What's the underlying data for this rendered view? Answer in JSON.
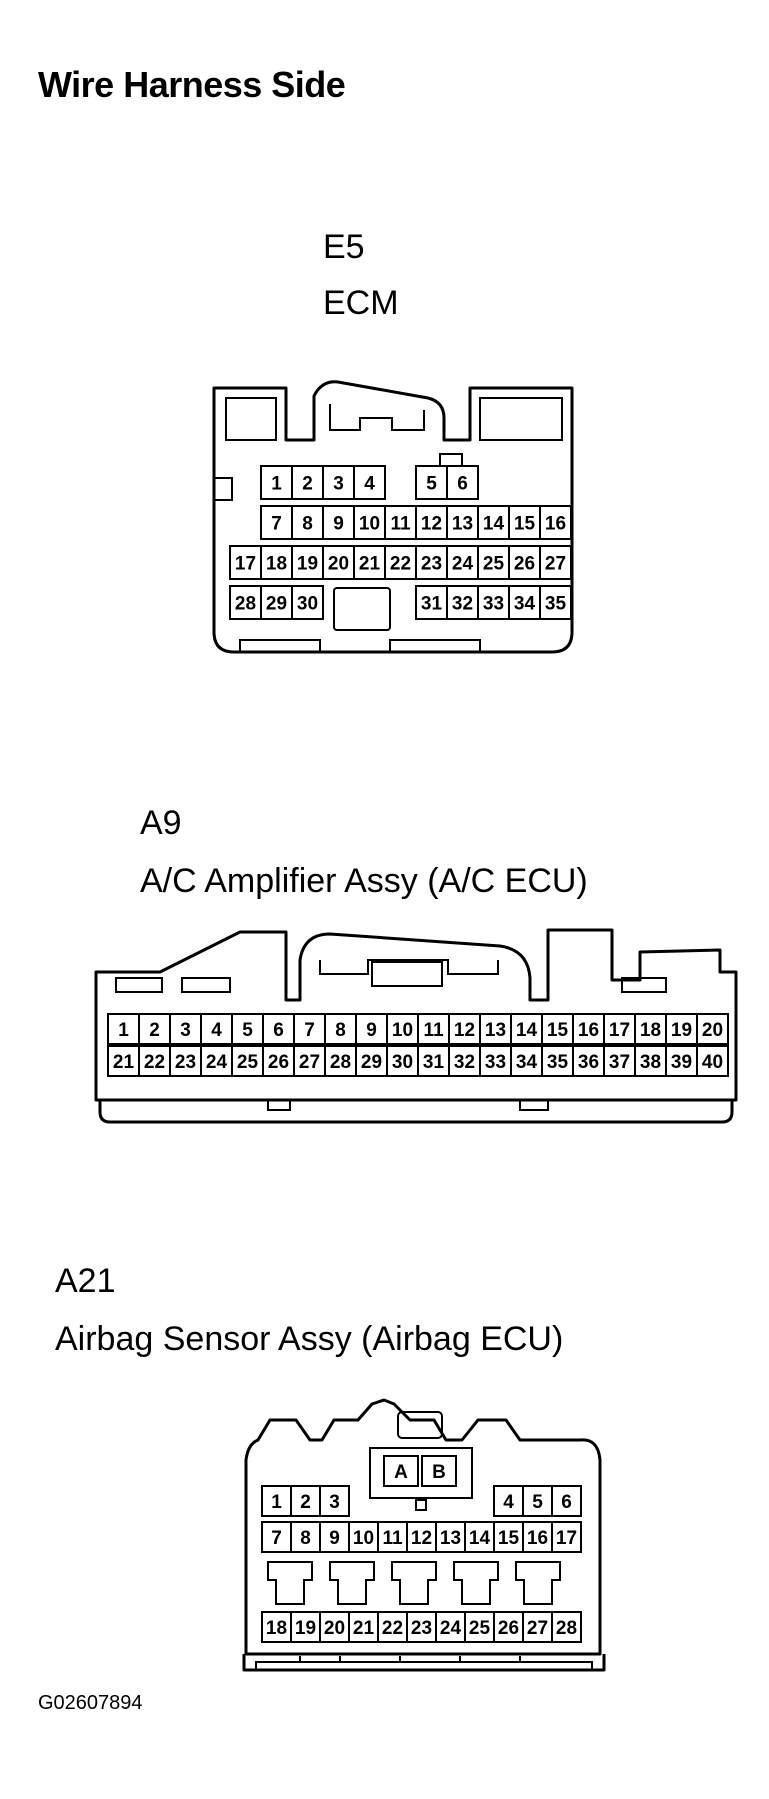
{
  "title": "Wire Harness Side",
  "connectors": [
    {
      "code": "E5",
      "name": "ECM",
      "rows": [
        [
          "",
          "1",
          "2",
          "3",
          "4",
          "",
          "5",
          "6"
        ],
        [
          "7",
          "8",
          "9",
          "10",
          "11",
          "12",
          "13",
          "14",
          "15",
          "16"
        ],
        [
          "17",
          "18",
          "19",
          "20",
          "21",
          "22",
          "23",
          "24",
          "25",
          "26",
          "27"
        ],
        [
          "28",
          "29",
          "30",
          "31",
          "32",
          "33",
          "34",
          "35"
        ]
      ]
    },
    {
      "code": "A9",
      "name": "A/C Amplifier Assy (A/C ECU)",
      "rows": [
        [
          "1",
          "2",
          "3",
          "4",
          "5",
          "6",
          "7",
          "8",
          "9",
          "10",
          "11",
          "12",
          "13",
          "14",
          "15",
          "16",
          "17",
          "18",
          "19",
          "20"
        ],
        [
          "21",
          "22",
          "23",
          "24",
          "25",
          "26",
          "27",
          "28",
          "29",
          "30",
          "31",
          "32",
          "33",
          "34",
          "35",
          "36",
          "37",
          "38",
          "39",
          "40"
        ]
      ]
    },
    {
      "code": "A21",
      "name": "Airbag Sensor Assy (Airbag ECU)",
      "key_pins": [
        "A",
        "B"
      ],
      "rows": [
        [
          "1",
          "2",
          "3",
          "4",
          "5",
          "6"
        ],
        [
          "7",
          "8",
          "9",
          "10",
          "11",
          "12",
          "13",
          "14",
          "15",
          "16",
          "17"
        ],
        [
          "18",
          "19",
          "20",
          "21",
          "22",
          "23",
          "24",
          "25",
          "26",
          "27",
          "28"
        ]
      ]
    }
  ],
  "figure_id": "G02607894"
}
